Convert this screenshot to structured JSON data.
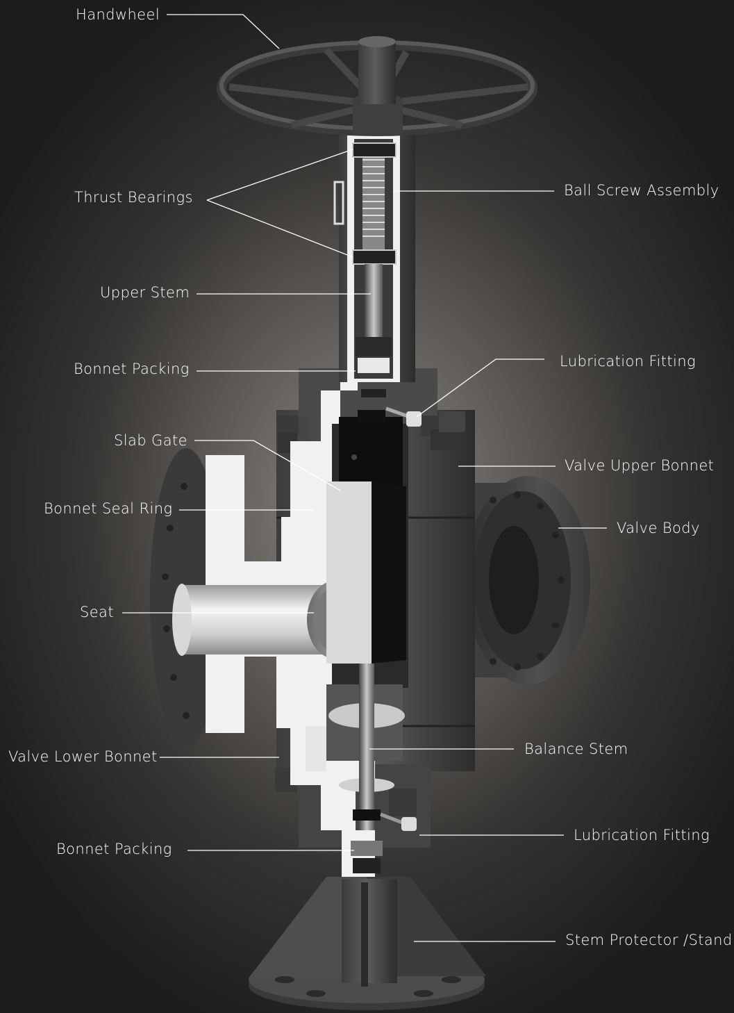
{
  "colors": {
    "background_center": "#8b8783",
    "background_edge": "#1d1c1b",
    "metal_dark": "#4a4a4a",
    "metal_mid": "#5a5a5a",
    "cut_face": "#f2f2f2",
    "gate": "#0d0d0d",
    "leader_line": "#ffffff"
  },
  "callouts": {
    "handwheel": "Handwheel",
    "thrust_bearings": "Thrust Bearings",
    "ball_screw_assembly": "Ball Screw Assembly",
    "upper_stem": "Upper Stem",
    "bonnet_packing_upper": "Bonnet Packing",
    "lubrication_fitting_upper": "Lubrication Fitting",
    "slab_gate": "Slab Gate",
    "valve_upper_bonnet": "Valve Upper Bonnet",
    "bonnet_seal_ring": "Bonnet Seal Ring",
    "valve_body": "Valve Body",
    "seat": "Seat",
    "balance_stem": "Balance Stem",
    "valve_lower_bonnet": "Valve Lower Bonnet",
    "lubrication_fitting_lower": "Lubrication Fitting",
    "bonnet_packing_lower": "Bonnet Packing",
    "stem_protector_stand": "Stem Protector /Stand"
  }
}
